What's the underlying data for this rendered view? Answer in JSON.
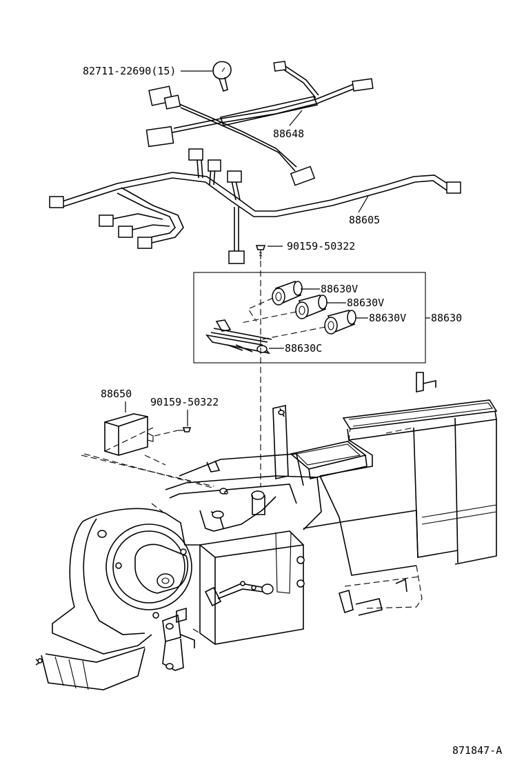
{
  "parts": {
    "clamp": "82711-22690(15)",
    "harness_upper": "88648",
    "harness_main": "88605",
    "screw_upper": "90159-50322",
    "valve_1": "88630V",
    "valve_2": "88630V",
    "valve_3": "88630V",
    "valve_bracket": "88630C",
    "valve_assy": "88630",
    "amplifier": "88650",
    "screw_lower": "90159-50322"
  },
  "figure_id": "871847-A"
}
